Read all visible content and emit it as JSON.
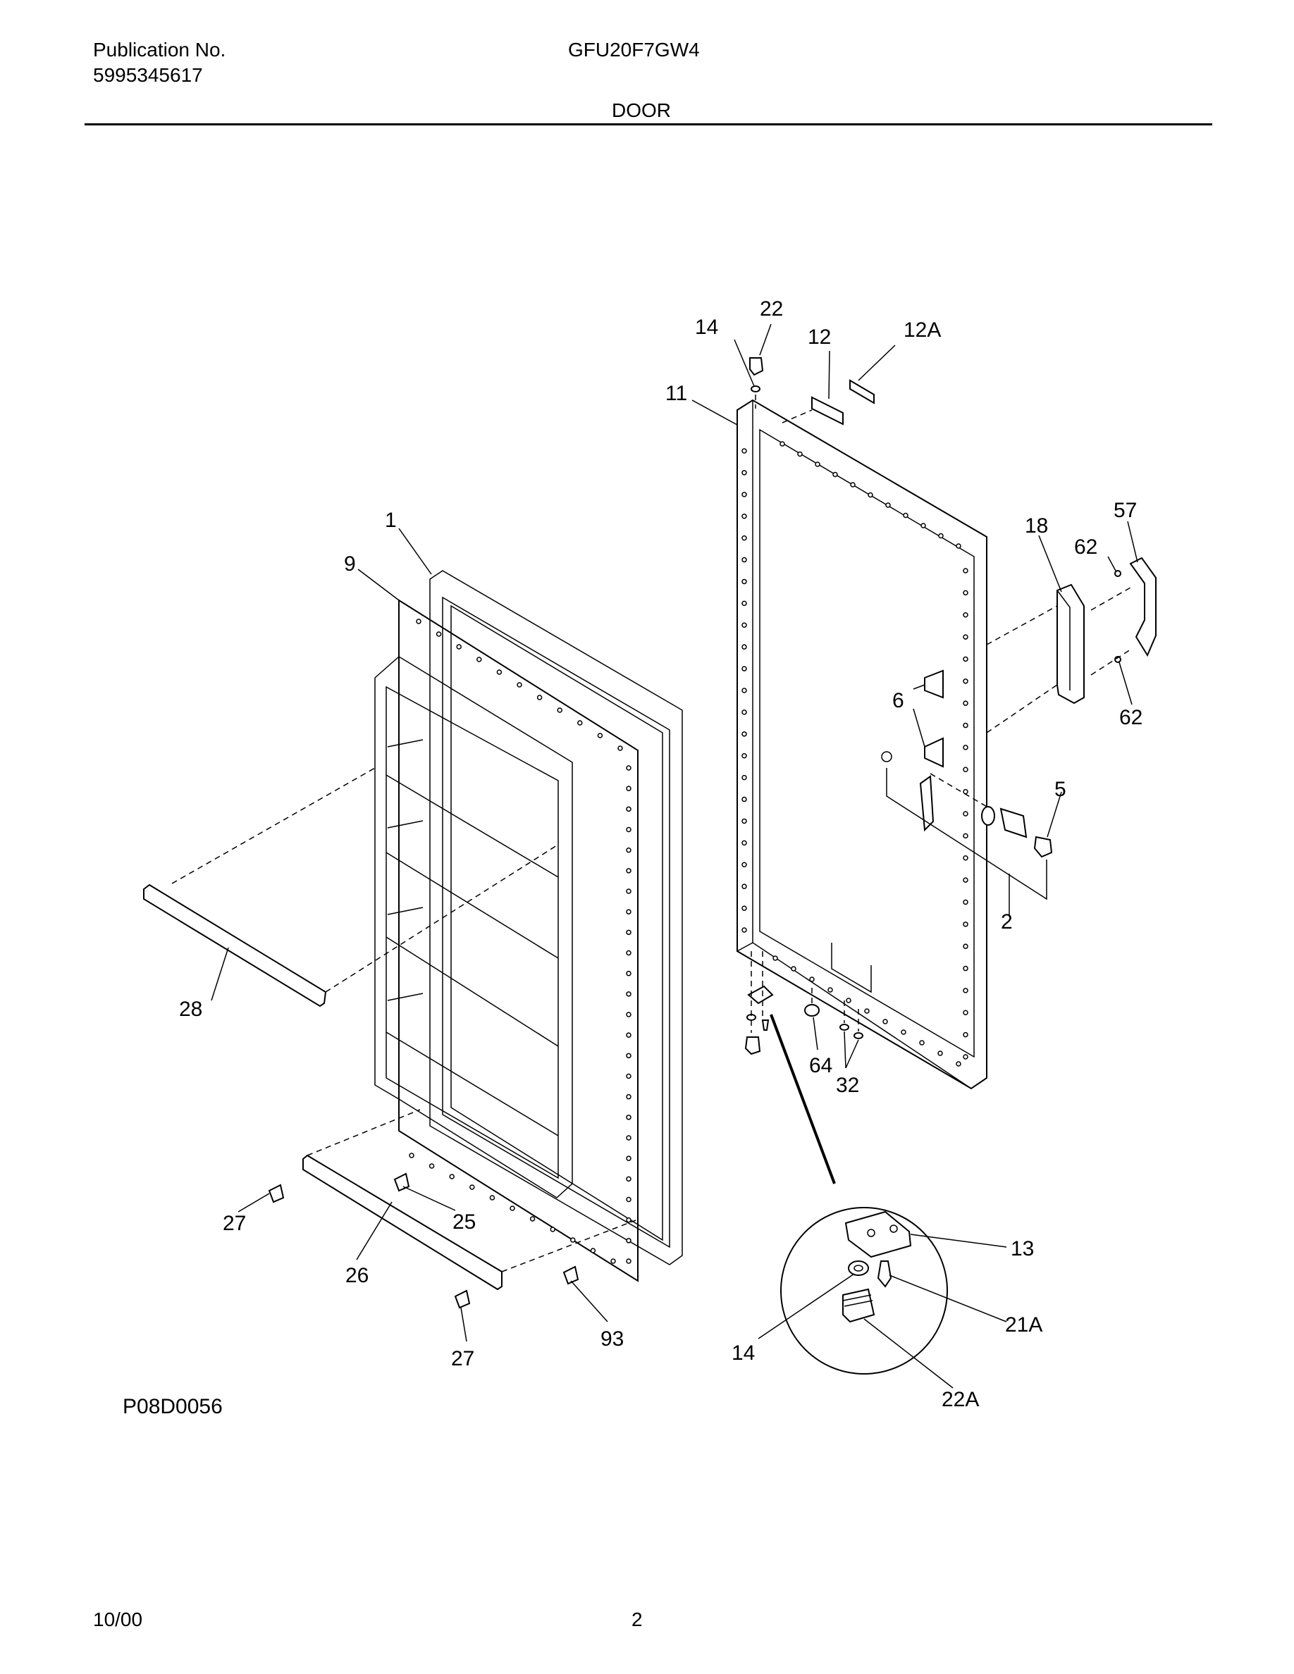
{
  "header": {
    "publication_label": "Publication No.",
    "publication_number": "5995345617",
    "model": "GFU20F7GW4",
    "section": "DOOR"
  },
  "diagram": {
    "figure_code": "P08D0056",
    "callouts": {
      "c1": "1",
      "c2": "2",
      "c5": "5",
      "c6": "6",
      "c9": "9",
      "c11": "11",
      "c12": "12",
      "c12A": "12A",
      "c13": "13",
      "c14a": "14",
      "c14b": "14",
      "c18": "18",
      "c21A": "21A",
      "c22": "22",
      "c22A": "22A",
      "c25": "25",
      "c26": "26",
      "c27a": "27",
      "c27b": "27",
      "c28": "28",
      "c32": "32",
      "c57": "57",
      "c62a": "62",
      "c62b": "62",
      "c64": "64",
      "c93": "93"
    }
  },
  "footer": {
    "date": "10/00",
    "page": "2"
  }
}
